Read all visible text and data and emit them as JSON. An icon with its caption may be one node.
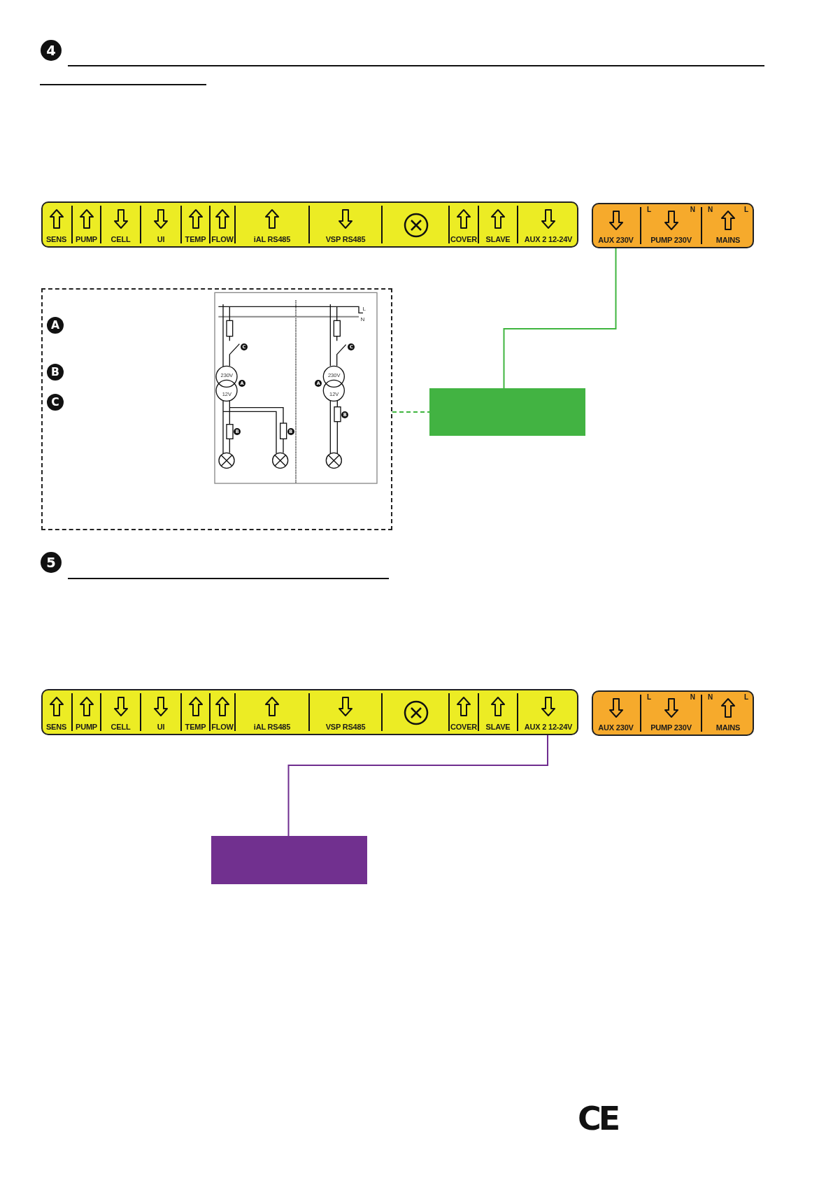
{
  "diagram": {
    "nodes": [
      {
        "text": [],
        "shape": "box"
      },
      {
        "text": [
          "SENS"
        ],
        "in": 0
      },
      {
        "text": [
          "PUMP"
        ],
        "in": 0
      },
      {
        "text": [
          "CELL"
        ],
        "in": 0
      },
      {
        "text": [
          "UI"
        ],
        "in": 0
      },
      {
        "text": [
          "TEMP"
        ],
        "in": 0
      },
      {
        "text": [
          "FLOW"
        ],
        "in": 0
      },
      {
        "text": [
          "iAL RS485"
        ],
        "in": 0
      },
      {
        "text": [
          "VSP RS485"
        ],
        "in": 0
      },
      {
        "text": [
          "COVER"
        ],
        "in": 0
      },
      {
        "text": [
          "SLAVE"
        ],
        "in": 0
      },
      {
        "text": [
          "AUX 2 12-24V"
        ],
        "in": 0
      },
      {
        "text": [],
        "shape": "box"
      },
      {
        "text": [
          "AUX 230V"
        ],
        "in": 12
      },
      {
        "text": [
          "L",
          "N",
          "PUMP 230V"
        ],
        "in": 12
      },
      {
        "text": [
          "N",
          "L",
          "MAINS"
        ],
        "in": 12
      },
      {
        "text": [],
        "shape": "box"
      },
      {
        "text": [],
        "shape": "box"
      },
      {
        "text": [],
        "shape": "box"
      },
      {
        "text": [
          "SENS"
        ],
        "in": 18
      },
      {
        "text": [
          "PUMP"
        ],
        "in": 18
      },
      {
        "text": [
          "CELL"
        ],
        "in": 18
      },
      {
        "text": [
          "UI"
        ],
        "in": 18
      },
      {
        "text": [
          "TEMP"
        ],
        "in": 18
      },
      {
        "text": [
          "FLOW"
        ],
        "in": 18
      },
      {
        "text": [
          "iAL RS485"
        ],
        "in": 18
      },
      {
        "text": [
          "VSP RS485"
        ],
        "in": 18
      },
      {
        "text": [
          "COVER"
        ],
        "in": 18
      },
      {
        "text": [
          "SLAVE"
        ],
        "in": 18
      },
      {
        "text": [
          "AUX 2 12-24V"
        ],
        "in": 18
      },
      {
        "text": [],
        "shape": "box"
      },
      {
        "text": [
          "AUX 230V"
        ],
        "in": 30
      },
      {
        "text": [
          "L",
          "N",
          "PUMP 230V"
        ],
        "in": 30
      },
      {
        "text": [
          "N",
          "L",
          "MAINS"
        ],
        "in": 30
      },
      {
        "text": [],
        "shape": "box"
      }
    ],
    "edges": [
      {
        "from": 13,
        "to": 16,
        "arrow": "none",
        "color": "#3fb53f"
      },
      {
        "from": 17,
        "to": 16,
        "arrow": "none",
        "style": "dashed",
        "color": "#3fb53f"
      },
      {
        "from": 29,
        "to": 34,
        "arrow": "none",
        "color": "#6f2d8f"
      }
    ],
    "labels": [
      "4",
      "A",
      "B",
      "C",
      "L",
      "N",
      "C",
      "C",
      "230V",
      "230V",
      "A",
      "A",
      "12V",
      "12V",
      "B",
      "B",
      "B",
      "5",
      "CE"
    ]
  }
}
